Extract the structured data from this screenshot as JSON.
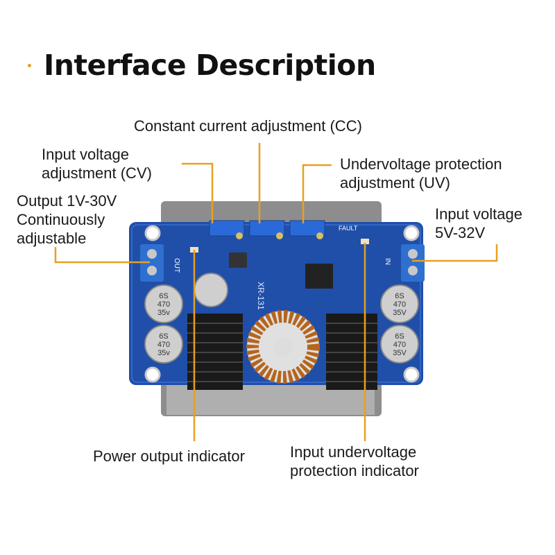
{
  "title": "Interface Description",
  "labels": {
    "cc": "Constant current adjustment (CC)",
    "cv_line1": "Input voltage",
    "cv_line2": "adjustment (CV)",
    "uv_line1": "Undervoltage protection",
    "uv_line2": "adjustment (UV)",
    "out_line1": "Output 1V-30V",
    "out_line2": "Continuously",
    "out_line3": "adjustable",
    "in_line1": "Input voltage",
    "in_line2": "5V-32V",
    "power_indicator": "Power output indicator",
    "uv_ind_line1": "Input undervoltage",
    "uv_ind_line2": "protection  indicator"
  },
  "board_text": {
    "model": "XR-131",
    "cap_left_1": "6S",
    "cap_left_2": "470",
    "cap_left_3": "35v",
    "cap_right_1": "6S",
    "cap_right_2": "470",
    "cap_right_3": "35V",
    "out_marking": "OUT",
    "in_marking": "IN",
    "fault_marking": "FAULT"
  },
  "colors": {
    "pcb": "#1f4fa8",
    "leader": "#e8a020",
    "heatsink": "#1a1a1a",
    "copper": "#b5651d",
    "terminal": "#2f6fd0",
    "case": "#9a9a9a"
  }
}
